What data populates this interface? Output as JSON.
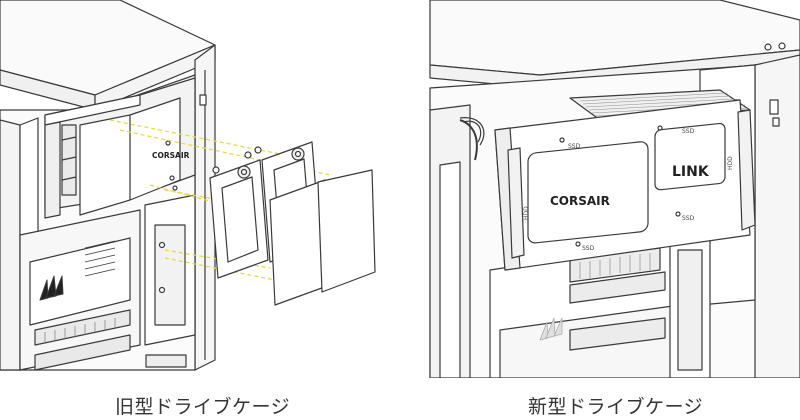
{
  "captions": {
    "old": "旧型ドライブケージ",
    "new": "新型ドライブケージ"
  },
  "labels": {
    "brand": "CORSAIR",
    "link": "LINK",
    "ssd": "SSD",
    "hdd": "HDD"
  },
  "colors": {
    "line": "#3a3a3a",
    "guide": "#e8d84a",
    "panel_fill": "#ffffff",
    "shade": "#f2f2f2"
  }
}
